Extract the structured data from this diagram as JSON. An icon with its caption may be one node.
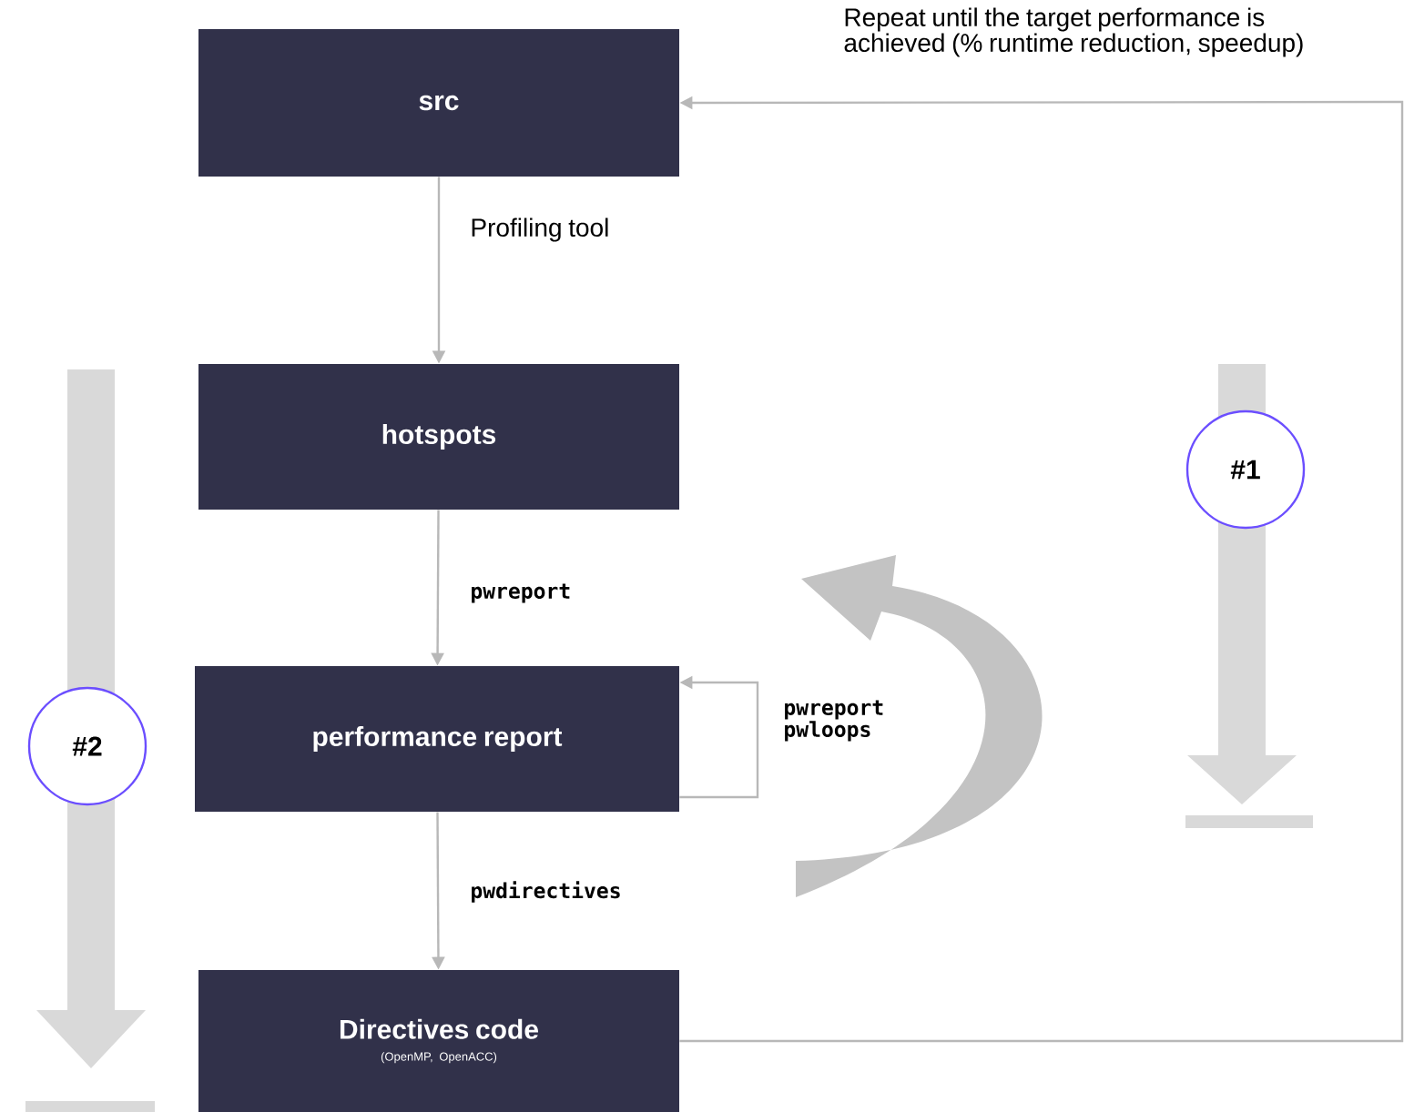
{
  "diagram": {
    "nodes": [
      {
        "text": [
          "src"
        ]
      },
      {
        "text": [
          "hotspots"
        ]
      },
      {
        "text": [
          "performance report"
        ]
      },
      {
        "text": [
          "Directives code",
          "(OpenMP, OpenACC)"
        ]
      },
      {
        "text": [
          "#1"
        ]
      },
      {
        "text": [
          "#2"
        ]
      }
    ],
    "edges": [
      {
        "from": 0,
        "to": 1,
        "arrow": "to",
        "label": "Profiling tool"
      },
      {
        "from": 1,
        "to": 2,
        "arrow": "to",
        "label": "pwreport"
      },
      {
        "from": 2,
        "to": 2,
        "arrow": "to",
        "label": "pwreport pwloops"
      },
      {
        "from": 2,
        "to": 3,
        "arrow": "to",
        "label": "pwdirectives"
      },
      {
        "from": 3,
        "to": 0,
        "arrow": "to",
        "label": "Repeat until the target performance is achieved (% runtime reduction, speedup)"
      }
    ]
  }
}
